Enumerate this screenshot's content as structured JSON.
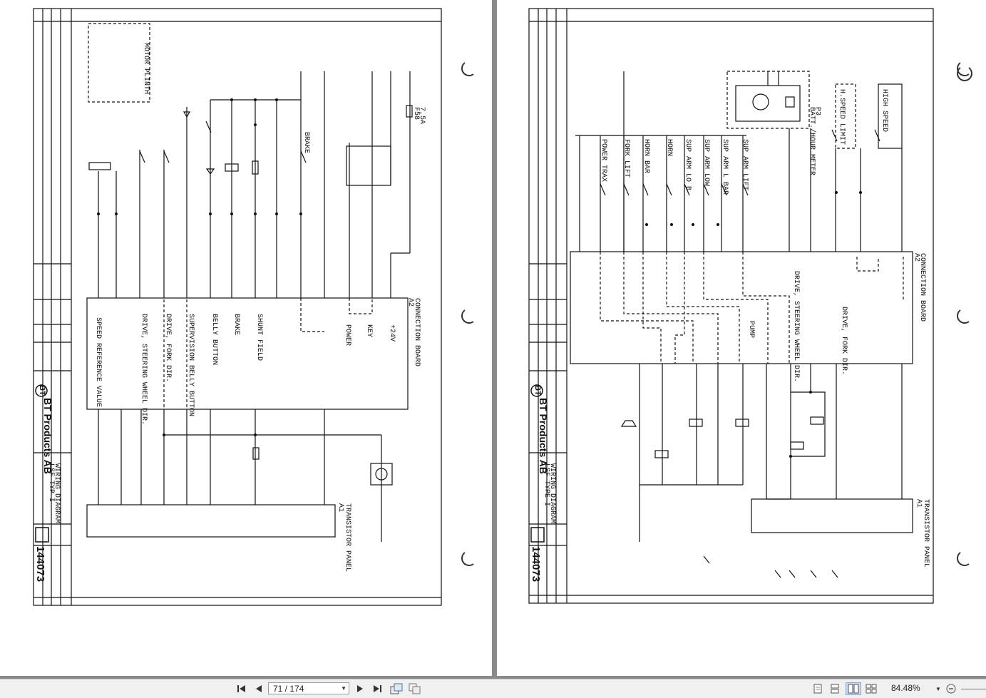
{
  "document": {
    "drawing_number": "144073",
    "company": "BT Products AB",
    "left_sheet": {
      "labels": {
        "motor_plinth": "MOTOR PLINTH",
        "connection_board": "CONNECTION BOARD",
        "board_ref": "A2",
        "transistor_panel": "TRANSISTOR PANEL",
        "panel_ref": "A1",
        "speed_ref": "SPEED REFERENCE VALUE",
        "drive_steer": "DRIVE, STEERING WHEEL DIR.",
        "drive_fork": "DRIVE, FORK DIR.",
        "supervision": "SUPERVISION BELLY BUTTON",
        "belly": "BELLY BUTTON",
        "brake": "BRAKE",
        "shunt": "SHUNT FIELD",
        "power": "POWER",
        "key": "KEY",
        "v24": "+24V",
        "fuse": "7,5A",
        "fuse_ref": "F58",
        "logo": "BT",
        "title_block": "LSF TYP I",
        "diagram": "WIRING DIAGRAM"
      }
    },
    "right_sheet": {
      "labels": {
        "connection_board": "CONNECTION BOARD",
        "board_ref": "A2",
        "transistor_panel": "TRANSISTOR PANEL",
        "panel_ref": "A1",
        "drive_steer": "DRIVE, STEERING WHEEL DIR.",
        "drive_fork": "DRIVE, FORK DIR.",
        "pump": "PUMP",
        "power_trax": "POWER TRAX",
        "fork_lift": "FORK LIFT",
        "horn_bar": "HORN BAR",
        "horn": "HORN",
        "slip_arm_lo_b": "SUP ARM LO B",
        "slip_arm_low": "SUP ARM LOW",
        "slip_arm_l_bar": "SUP ARM L BAR",
        "slip_arm_lift": "SUP ARM LIFT",
        "batt_meter": "BATT./HOUR METER",
        "meter_ref": "P3",
        "h_speed": "H.SPEED LIMIT",
        "high_speed": "HIGH SPEED",
        "logo": "BT",
        "title_block": "LSF TYPE I",
        "diagram": "WIRING DIAGRAM"
      }
    }
  },
  "toolbar": {
    "first_icon": "first-page-icon",
    "prev_icon": "prev-page-icon",
    "page_display": "71 / 174",
    "next_icon": "next-page-icon",
    "last_icon": "last-page-icon",
    "zoom": "84.48%"
  }
}
